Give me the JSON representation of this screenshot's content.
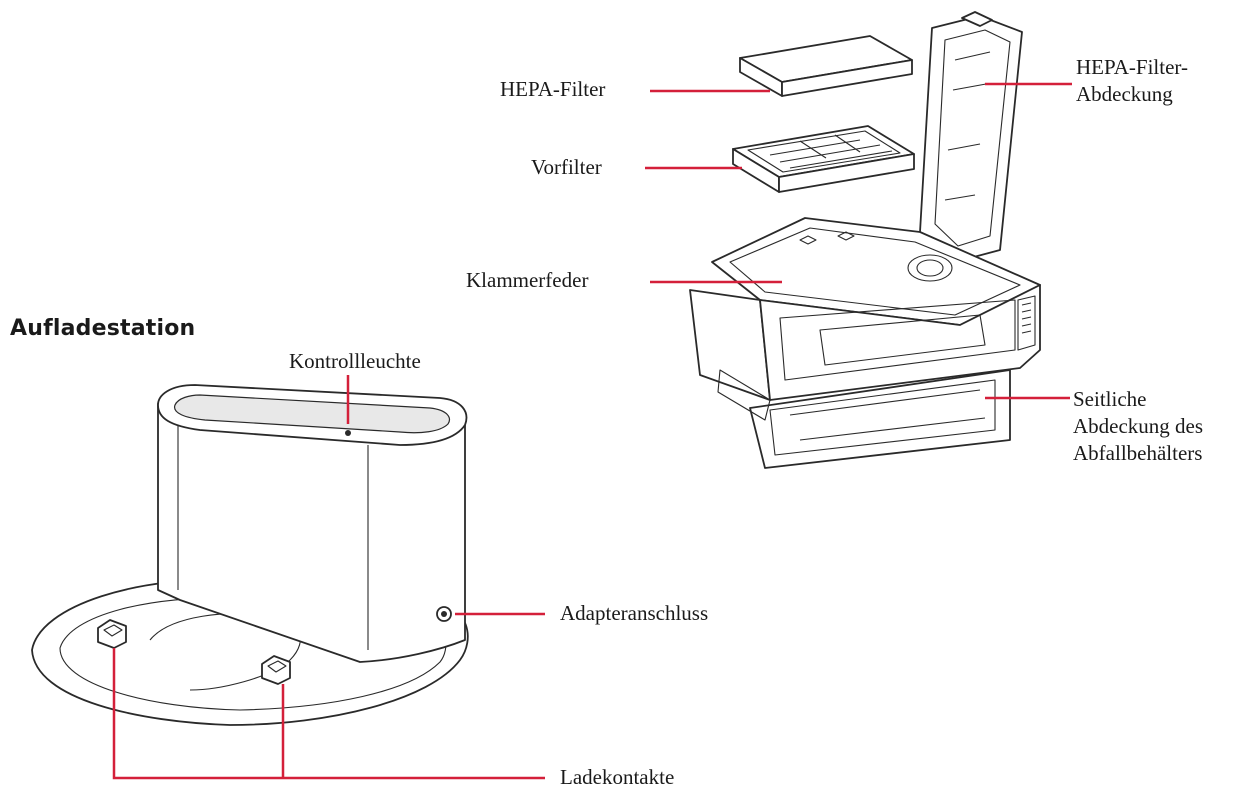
{
  "section_title": "Aufladestation",
  "labels": {
    "hepa_filter": "HEPA-Filter",
    "hepa_cover_line1": "HEPA-Filter-",
    "hepa_cover_line2": "Abdeckung",
    "prefilter": "Vorfilter",
    "clip_spring": "Klammerfeder",
    "side_cover_line1": "Seitliche",
    "side_cover_line2": "Abdeckung des",
    "side_cover_line3": "Abfallbehälters",
    "indicator_light": "Kontrollleuchte",
    "adapter_port": "Adapteranschluss",
    "charging_contacts": "Ladekontakte"
  },
  "colors": {
    "leader_line": "#d4203a",
    "drawing_stroke": "#2a2a2a",
    "text": "#1a1a1a"
  }
}
